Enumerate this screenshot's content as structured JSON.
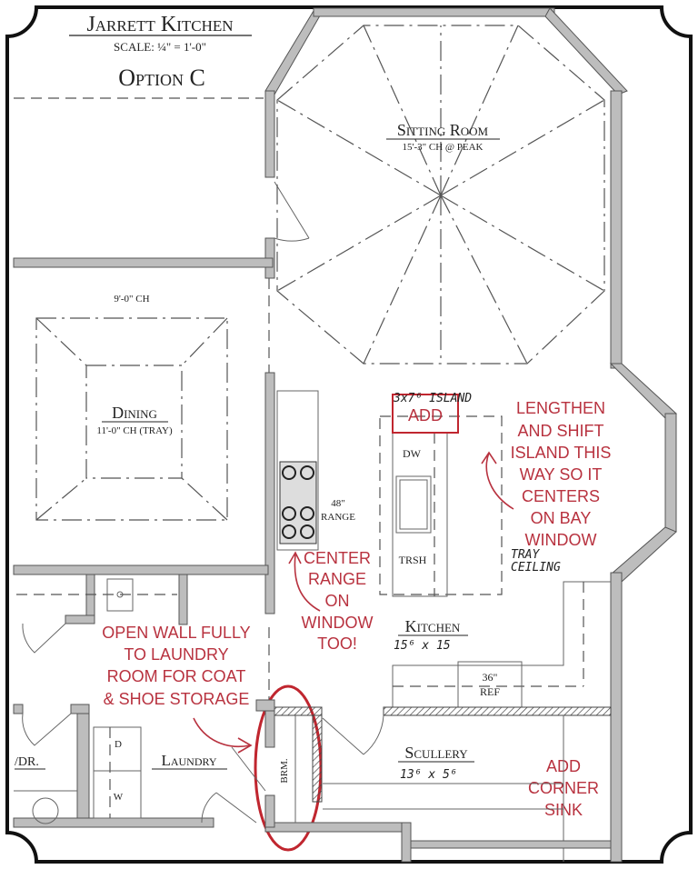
{
  "title": "Jarrett Kitchen",
  "scale": "SCALE: ¼\" = 1'-0\"",
  "option": "Option C",
  "rooms": {
    "sitting_room": {
      "name": "Sitting Room",
      "ceiling": "15'-3\" CH @ PEAK"
    },
    "dining": {
      "name": "Dining",
      "ceiling": "11'-0\" CH (TRAY)",
      "upper_ceiling": "9'-0\" CH"
    },
    "kitchen": {
      "name": "Kitchen",
      "handwritten_size": "15⁶ x 15"
    },
    "scullery": {
      "name": "Scullery",
      "handwritten_size": "13⁶ x 5⁶"
    },
    "laundry": {
      "name": "Laundry"
    },
    "broom": {
      "name": "BRM."
    },
    "wdr": {
      "name": "/DR."
    }
  },
  "fixtures": {
    "range": [
      "48\"",
      "RANGE"
    ],
    "dishwasher": "DW",
    "trash": "TRSH",
    "refrigerator": [
      "36\"",
      "REF"
    ],
    "dryer": "D",
    "washer": "W"
  },
  "annotations": {
    "island_note": "3x7⁶ ISLAND",
    "add_box": "ADD",
    "tray_ceiling": [
      "TRAY",
      "CEILING"
    ],
    "lengthen": [
      "LENGTHEN",
      "AND SHIFT",
      "ISLAND THIS",
      "WAY SO IT",
      "CENTERS",
      "ON BAY",
      "WINDOW"
    ],
    "center_range": [
      "CENTER",
      "RANGE",
      "ON",
      "WINDOW",
      "TOO!"
    ],
    "open_wall": [
      "OPEN WALL FULLY",
      "TO LAUNDRY",
      "ROOM FOR COAT",
      "& SHOE STORAGE"
    ],
    "corner_sink": [
      "ADD",
      "CORNER",
      "SINK"
    ]
  },
  "colors": {
    "annotation_red": "#b8323f",
    "wall_gray": "#bdbdbd"
  }
}
